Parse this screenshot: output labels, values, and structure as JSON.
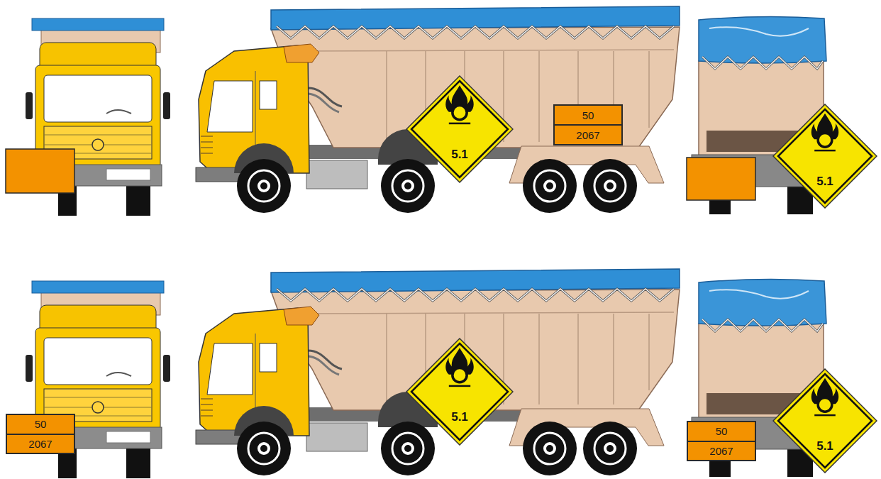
{
  "diagram": {
    "nodes": [
      {
        "text": [
          "5.1"
        ]
      },
      {
        "text": [
          "50",
          "2067"
        ]
      },
      {
        "text": [
          "5.1"
        ]
      },
      {
        "text": [
          "50",
          "2067"
        ]
      },
      {
        "text": [
          "5.1"
        ]
      },
      {
        "text": [
          "50",
          "2067"
        ]
      },
      {
        "text": [
          "5.1"
        ]
      }
    ]
  }
}
